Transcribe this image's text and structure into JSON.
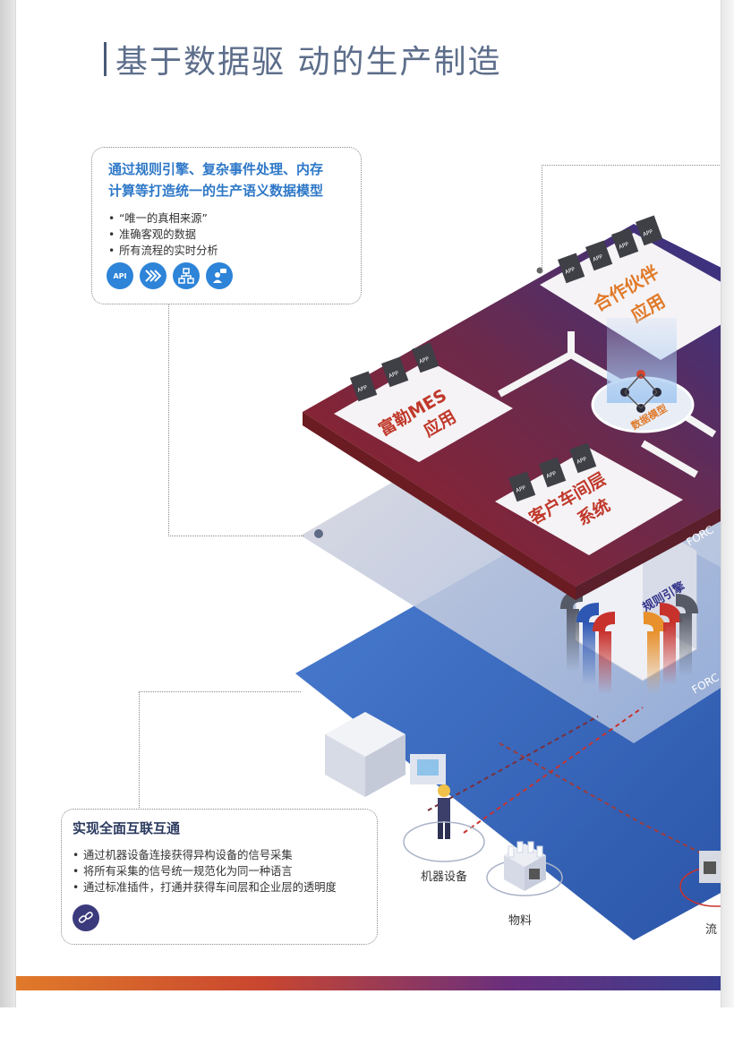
{
  "page": {
    "title": "基于数据驱 动的生产制造"
  },
  "callout_top": {
    "heading_line1": "通过规则引擎、复杂事件处理、内存",
    "heading_line2": "计算等打造统一的生产语义数据模型",
    "bullets": [
      "“唯一的真相来源”",
      "准确客观的数据",
      "所有流程的实时分析"
    ],
    "icons": [
      "api-icon",
      "double-chevron-icon",
      "network-icon",
      "chat-user-icon"
    ],
    "icon_text_api": "API"
  },
  "callout_bottom": {
    "heading": "实现全面互联互通",
    "bullets": [
      "通过机器设备连接获得异构设备的信号采集",
      "将所有采集的信号统一规范化为同一种语言",
      "通过标准插件，打通并获得车间层和企业层的透明度"
    ],
    "icon": "chain-link-icon"
  },
  "diagram": {
    "partner_app_line1": "合作伙伴",
    "partner_app_line2": "应用",
    "mes_app_line1": "富勒MES",
    "mes_app_line2": "应用",
    "customer_system_line1": "客户车间层",
    "customer_system_line2": "系统",
    "data_model_label": "数据模型",
    "rules_engine_label": "规则引擎",
    "app_tag": "APP",
    "brand_fragment_1": "FORC",
    "brand_fragment_2": "FORC",
    "machine_label": "机器设备",
    "material_label": "物料",
    "flow_label_fragment": "流"
  },
  "colors": {
    "accent_blue": "#2e78c8",
    "top_layer_red": "#8e2430",
    "top_layer_purple": "#3b3b8c",
    "base_blue": "#3d6cc0",
    "label_red": "#c0392b"
  }
}
